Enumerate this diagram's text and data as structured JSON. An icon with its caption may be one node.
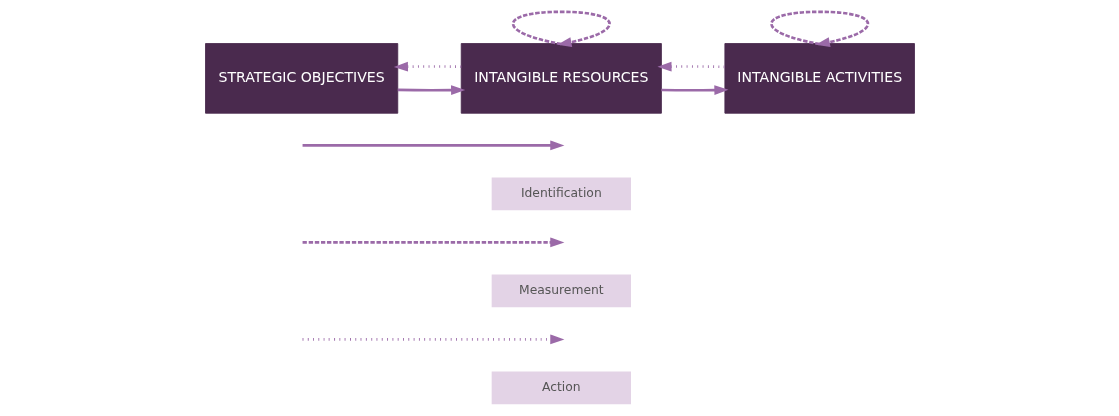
{
  "diagram": {
    "nodes": [
      {
        "text": [
          "STRATEGIC OBJECTIVES"
        ]
      },
      {
        "text": [
          "INTANGIBLE RESOURCES"
        ]
      },
      {
        "text": [
          "INTANGIBLE ACTIVITIES"
        ]
      }
    ],
    "edges": [
      {
        "from": 0,
        "to": 1,
        "arrow": "to"
      },
      {
        "from": 1,
        "to": 0,
        "arrow": "to",
        "style": "dashed"
      },
      {
        "from": 1,
        "to": 1,
        "arrow": "to",
        "style": "dashed"
      },
      {
        "from": 1,
        "to": 2,
        "arrow": "to"
      },
      {
        "from": 2,
        "to": 1,
        "arrow": "to",
        "style": "dashed"
      },
      {
        "from": 2,
        "to": 2,
        "arrow": "to",
        "style": "dashed"
      }
    ],
    "legend": [
      {
        "text": "Identification"
      },
      {
        "text": "Measurement"
      },
      {
        "text": "Action"
      }
    ]
  }
}
